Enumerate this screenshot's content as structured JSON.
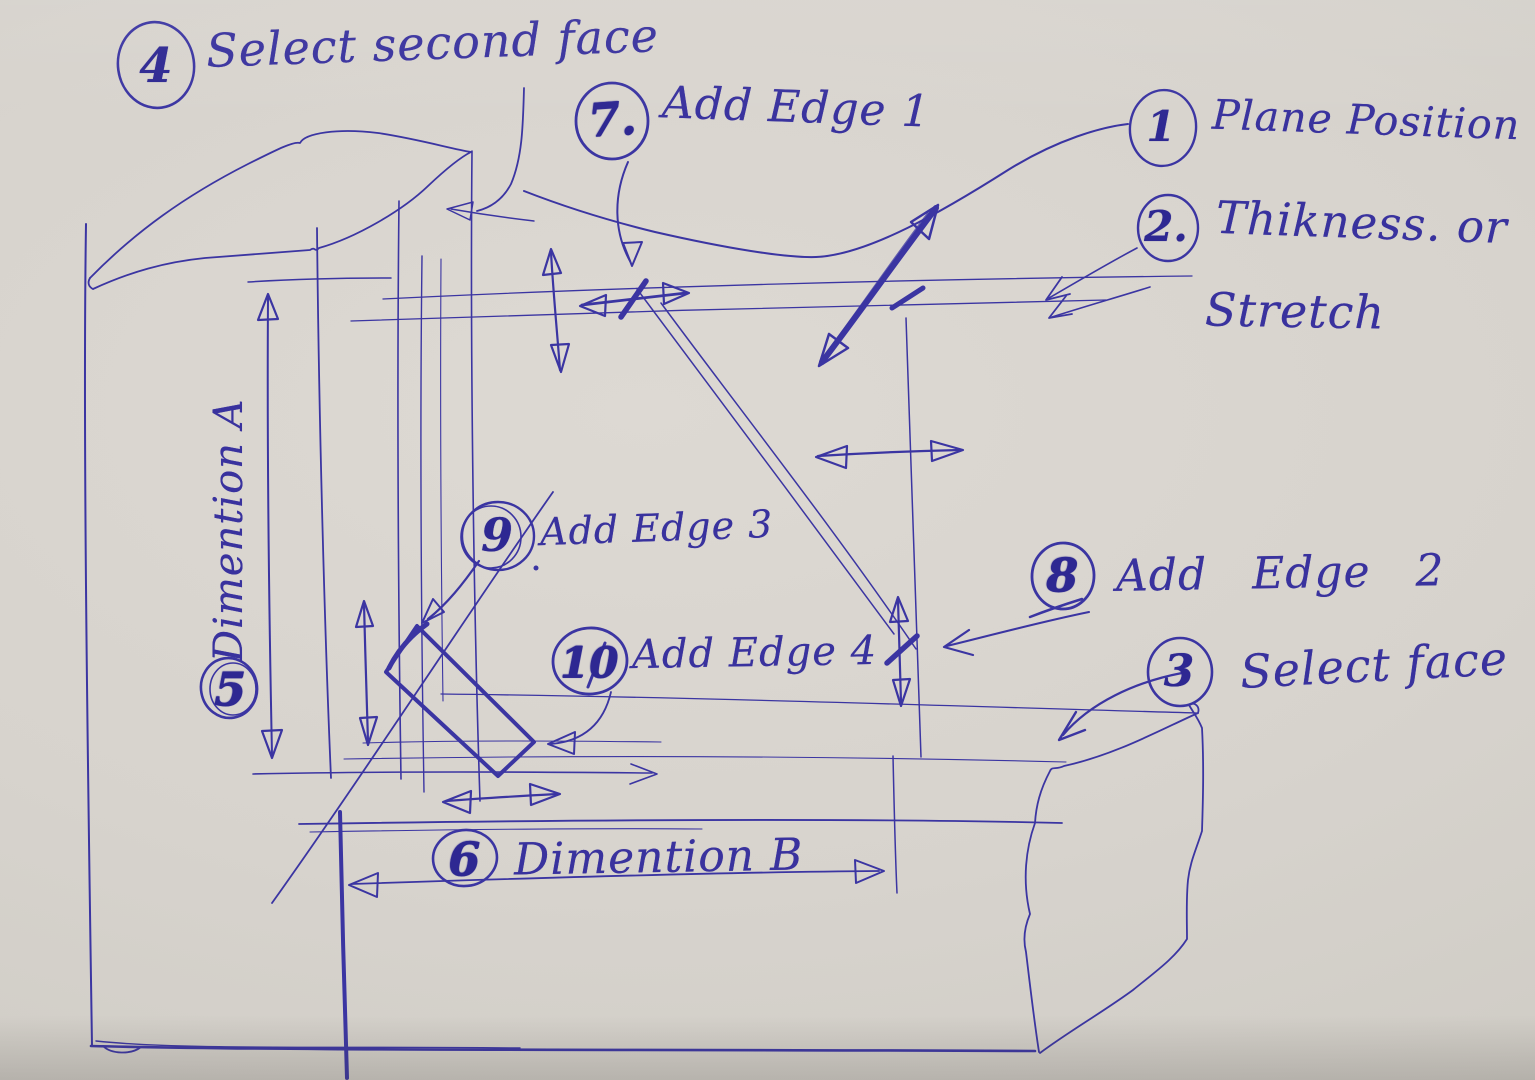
{
  "sketch": {
    "description": "Hand-drawn pen sketch of a CAD modeling workflow with numbered annotation steps",
    "paper_color": "#d7d3cd",
    "ink_color": "#3b35a2",
    "annotations": [
      {
        "number": "1",
        "label": "Plane Position"
      },
      {
        "number": "2.",
        "label": "Thikness. or",
        "label_line2": "Stretch"
      },
      {
        "number": "3",
        "label": "Select face"
      },
      {
        "number": "4",
        "label": "Select second face"
      },
      {
        "number": "5",
        "label": "Dimention A"
      },
      {
        "number": "6",
        "label": "Dimention B"
      },
      {
        "number": "7.",
        "label": "Add Edge 1"
      },
      {
        "number": "8",
        "label": "Add Edge 2"
      },
      {
        "number": "9",
        "label": "Add Edge 3"
      },
      {
        "number": "10",
        "label": "Add Edge 4"
      }
    ]
  }
}
